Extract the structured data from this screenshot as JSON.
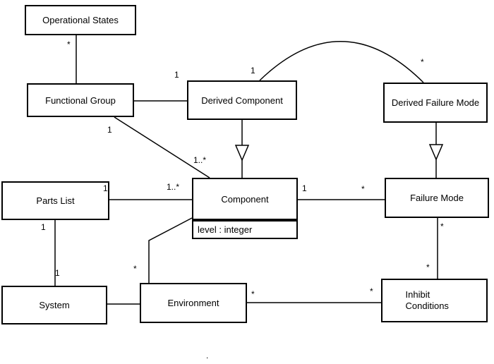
{
  "diagram": {
    "classes": {
      "operational_states": {
        "label": "Operational States"
      },
      "functional_group": {
        "label": "Functional Group"
      },
      "derived_component": {
        "label": "Derived Component"
      },
      "derived_failure_mode": {
        "label": "Derived Failure Mode"
      },
      "parts_list": {
        "label": "Parts List"
      },
      "component": {
        "label": "Component",
        "attribute": "level : integer"
      },
      "failure_mode": {
        "label": "Failure Mode"
      },
      "system": {
        "label": "System"
      },
      "environment": {
        "label": "Environment"
      },
      "inhibit_conditions": {
        "label": "Inhibit Conditions"
      }
    },
    "multiplicities": {
      "ops_fg_top": "*",
      "fg_dc_at_dc": "1",
      "arc_at_dc": "1",
      "arc_at_dfm": "*",
      "fg_comp_at_fg": "1",
      "fg_comp_at_comp": "1..*",
      "pl_comp_at_pl": "1",
      "pl_comp_at_comp": "1..*",
      "comp_fm_at_comp": "1",
      "comp_fm_at_fm": "*",
      "pl_sys_at_pl": "1",
      "pl_sys_at_sys": "1",
      "env_comp_at_env": "*",
      "env_ic_at_env": "*",
      "env_ic_at_ic": "*",
      "fm_ic_at_fm": "*",
      "fm_ic_at_ic": "*"
    },
    "stray_dot": "."
  }
}
